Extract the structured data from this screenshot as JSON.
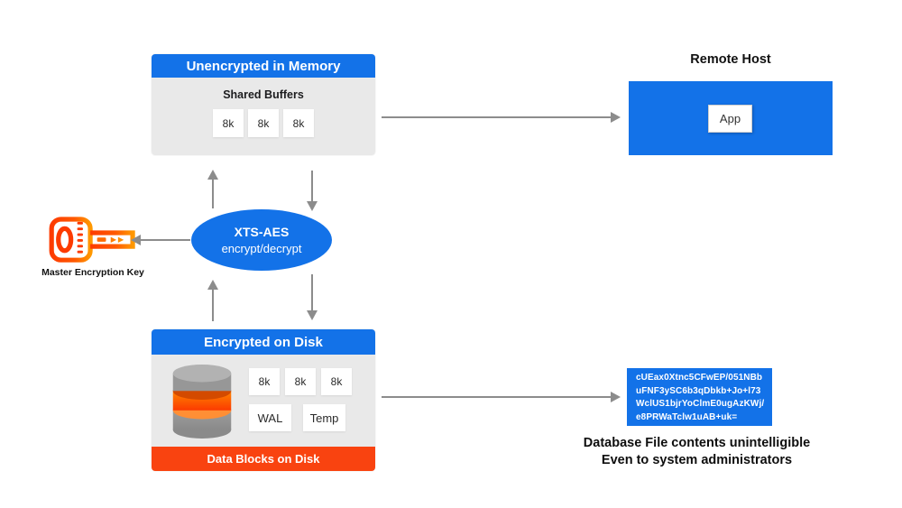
{
  "colors": {
    "blue": "#1372e8",
    "card_body_gray": "#e9e9e9",
    "footer_orange": "#f94310",
    "arrow_gray": "#8c8c8c",
    "key_orange": "#ff5200",
    "text_dark": "#1c1c1e",
    "white": "#ffffff"
  },
  "memory_box": {
    "title": "Unencrypted in Memory",
    "subtitle": "Shared Buffers",
    "blocks": [
      "8k",
      "8k",
      "8k"
    ]
  },
  "remote_host": {
    "title": "Remote Host",
    "app_label": "App"
  },
  "cipher_engine": {
    "name": "XTS-AES",
    "action": "encrypt/decrypt"
  },
  "master_key": {
    "label": "Master Encryption Key",
    "icon": "key-icon"
  },
  "disk_box": {
    "title": "Encrypted on Disk",
    "blocks": [
      "8k",
      "8k",
      "8k"
    ],
    "file_blocks": [
      "WAL",
      "Temp"
    ],
    "footer": "Data Blocks on Disk",
    "icon": "database-icon"
  },
  "ciphertext": {
    "lines": [
      "cUEax0Xtnc5CFwEP/051NBb",
      "uFNF3ySC6b3qDbkb+Jo+l73",
      "WclUS1bjrYoClmE0ugAzKWj/",
      "e8PRWaTclw1uAB+uk="
    ],
    "caption": [
      "Database File contents unintelligible",
      "Even to system administrators"
    ]
  }
}
